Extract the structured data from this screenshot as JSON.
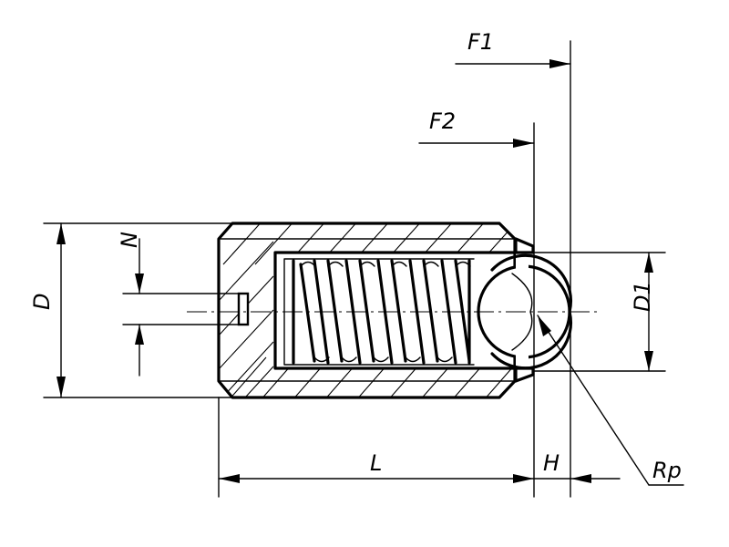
{
  "title": "Spring plunger with ball - technical dimension drawing",
  "labels": {
    "F1": "F1",
    "F2": "F2",
    "D": "D",
    "N": "N",
    "D1": "D1",
    "L": "L",
    "H": "H",
    "Rp": "Rp"
  },
  "colors": {
    "ink": "#000000",
    "background": "#ffffff"
  }
}
